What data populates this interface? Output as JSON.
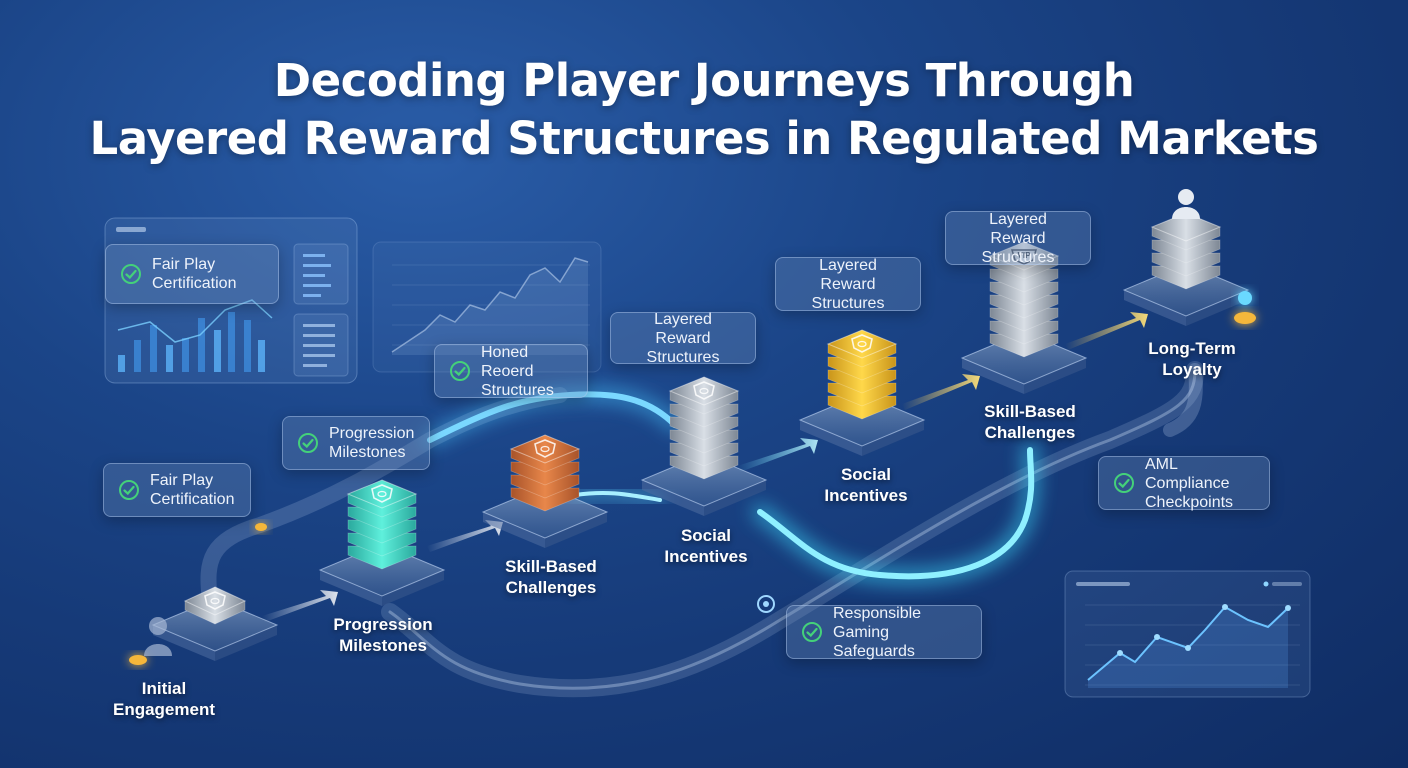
{
  "title": {
    "line1": "Decoding Player Journeys Through",
    "line2": "Layered Reward Structures in Regulated Markets"
  },
  "badges": {
    "fair_play_top": "Fair Play\nCertification",
    "fair_play_left": "Fair Play\nCertification",
    "progression_milestones": "Progression\nMilestones",
    "honed_reward": "Honed Reoerd\nStructures",
    "layered_reward_1": "Layered Reward\nStructures",
    "layered_reward_2": "Layered Reward\nStructures",
    "layered_reward_3": "Layered Reward\nStructures",
    "aml_compliance": "AML Compliance\nCheckpoints",
    "responsible_gaming": "Responsible Gaming\nSafeguards"
  },
  "stages": {
    "initial_engagement": "Initial\nEngagement",
    "progression_milestones": "Progression\nMilestones",
    "skill_based_1": "Skill-Based\nChallenges",
    "social_1": "Social\nIncentives",
    "social_2": "Social\nIncentives",
    "skill_based_2": "Skill-Based\nChallenges",
    "long_term_loyalty": "Long-Term\nLoyalty"
  },
  "icons": {
    "check": "check-circle-icon",
    "vip": "VIP",
    "user": "user-icon",
    "shield": "shield-icon"
  },
  "colors": {
    "teal": "#3ed6c4",
    "orange": "#d9773a",
    "gold": "#f2c232",
    "silver": "#b9c2cd",
    "check_green": "#44d17a",
    "glow_blue": "#4ec9ff"
  }
}
